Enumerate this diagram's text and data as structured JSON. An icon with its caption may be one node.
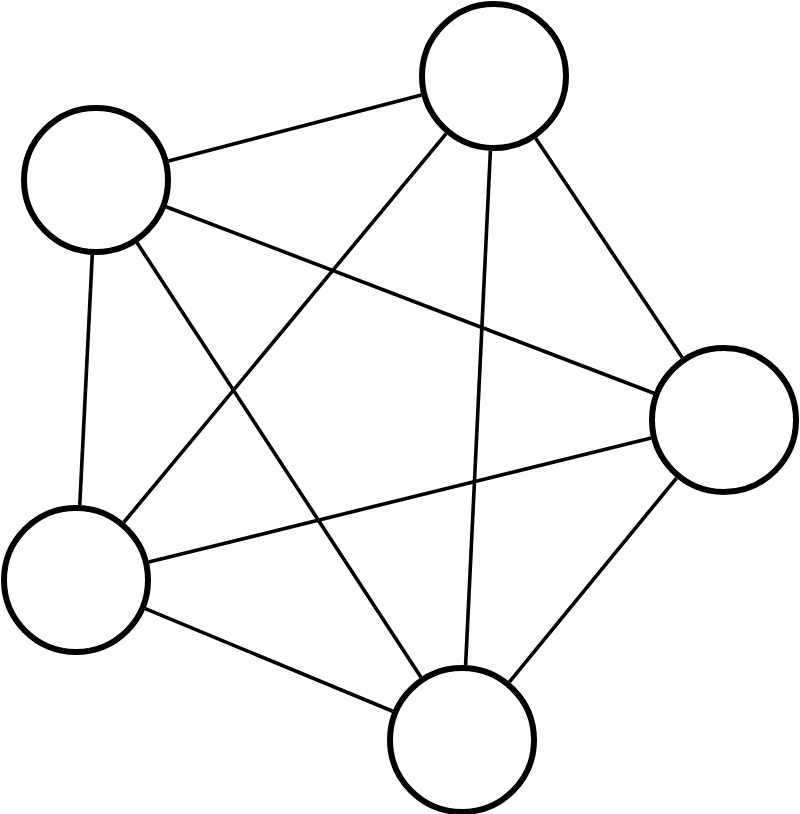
{
  "diagram": {
    "nodes": [
      {
        "text": [],
        "shape": "circle"
      },
      {
        "text": [],
        "shape": "circle"
      },
      {
        "text": [],
        "shape": "circle"
      },
      {
        "text": [],
        "shape": "circle"
      },
      {
        "text": [],
        "shape": "circle"
      }
    ],
    "edges": [
      {
        "from": 0,
        "to": 1,
        "arrow": "none"
      },
      {
        "from": 0,
        "to": 2,
        "arrow": "none"
      },
      {
        "from": 0,
        "to": 3,
        "arrow": "none"
      },
      {
        "from": 0,
        "to": 4,
        "arrow": "none"
      },
      {
        "from": 1,
        "to": 2,
        "arrow": "none"
      },
      {
        "from": 1,
        "to": 3,
        "arrow": "none"
      },
      {
        "from": 1,
        "to": 4,
        "arrow": "none"
      },
      {
        "from": 2,
        "to": 3,
        "arrow": "none"
      },
      {
        "from": 2,
        "to": 4,
        "arrow": "none"
      },
      {
        "from": 3,
        "to": 4,
        "arrow": "none"
      }
    ]
  }
}
